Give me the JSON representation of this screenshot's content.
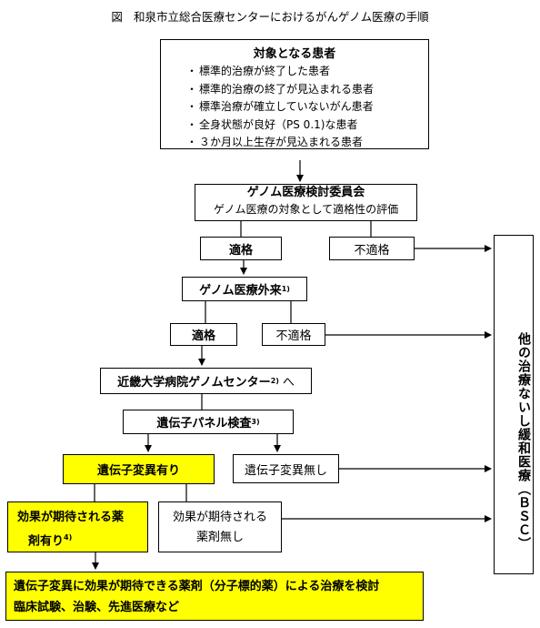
{
  "title": {
    "fig": "図",
    "text": "和泉市立総合医療センターにおけるがんゲノム医療の手順"
  },
  "patients": {
    "heading": "対象となる患者",
    "items": [
      "標準的治療が終了した患者",
      "標準的治療の終了が見込まれる患者",
      "標準治療が確立していないがん患者",
      "全身状態が良好（PS 0.1)な患者",
      "３か月以上生存が見込まれる患者"
    ]
  },
  "committee": {
    "line1": "ゲノム医療検討委員会",
    "line2": "ゲノム医療の対象として適格性の評価"
  },
  "eligible1": "適格",
  "ineligible1": "不適格",
  "outpatient": {
    "label": "ゲノム医療外来",
    "note": "1)"
  },
  "eligible2": "適格",
  "ineligible2": "不適格",
  "kindai": {
    "label": "近畿大学病院ゲノムセンター",
    "note": "2)",
    "suffix": "へ"
  },
  "panel": {
    "label": "遺伝子パネル検査",
    "note": "3)"
  },
  "mutation_yes": "遺伝子変異有り",
  "mutation_no": "遺伝子変異無し",
  "drug_yes": {
    "line1": "効果が期待される薬",
    "line2": "剤有り",
    "note": "4)"
  },
  "drug_no": {
    "line1": "効果が期待される",
    "line2": "薬剤無し"
  },
  "final": {
    "line1": "遺伝子変異に効果が期待できる薬剤（分子標的薬）による治療を検討",
    "line2": "臨床試験、治験、先進医療など"
  },
  "other_treatment": "他の治療ないし緩和医療（ＢＳＣ）",
  "colors": {
    "highlight": "#ffff00",
    "border": "#000000"
  }
}
